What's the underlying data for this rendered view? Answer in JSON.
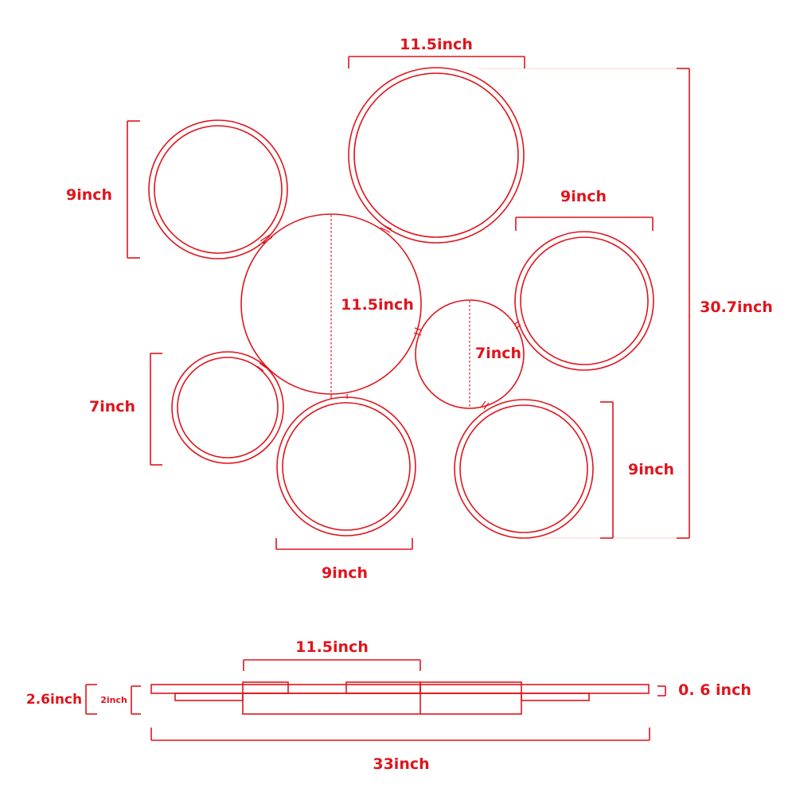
{
  "colors": {
    "stroke": "#e0141c",
    "text": "#e0141c",
    "background": "#ffffff"
  },
  "top_view": {
    "labels": {
      "top_circle_width": "11.5inch",
      "left_circle_height": "9inch",
      "right_circle_width": "9inch",
      "center_circle_diameter": "11.5inch",
      "total_height": "30.7inch",
      "small_circle_diameter": "7inch",
      "left_small_circle_height": "7inch",
      "right_bottom_circle_height": "9inch",
      "bottom_circle_width": "9inch"
    }
  },
  "side_view": {
    "labels": {
      "center_width": "11.5inch",
      "total_height": "2.6inch",
      "body_height": "2inch",
      "plate_thickness": "0. 6 inch",
      "total_width": "33inch"
    }
  }
}
